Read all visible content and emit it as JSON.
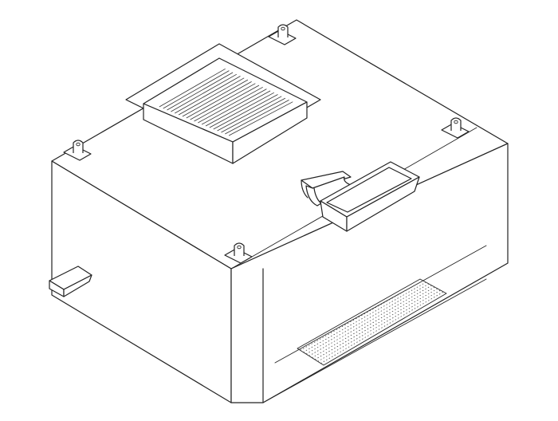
{
  "drawing": {
    "kind": "isometric line drawing",
    "components": [
      {
        "id": "housing-box",
        "icon": "box-outline-icon"
      },
      {
        "id": "square-grille-filter",
        "icon": "grille-icon"
      },
      {
        "id": "grease-trough",
        "icon": "trough-icon"
      },
      {
        "id": "half-pipe-connector",
        "icon": "pipe-icon"
      },
      {
        "id": "mounting-bracket",
        "icon": "bracket-icon",
        "count": 4
      },
      {
        "id": "corner-drip-tray",
        "icon": "tray-icon"
      },
      {
        "id": "perforated-panel",
        "icon": "perforated-panel-icon"
      }
    ],
    "colors": {
      "line": "#222222",
      "background": "#ffffff"
    }
  }
}
